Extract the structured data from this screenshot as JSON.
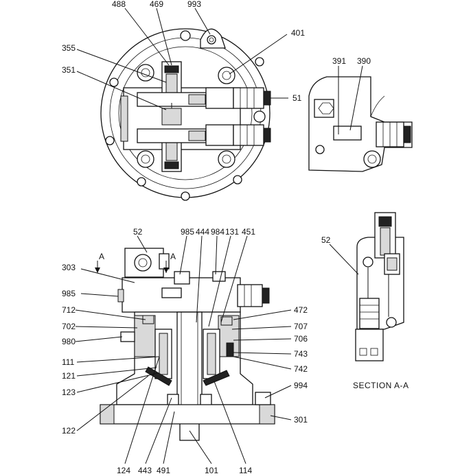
{
  "callouts": {
    "c488": "488",
    "c469": "469",
    "c993": "993",
    "c401": "401",
    "c355": "355",
    "c351": "351",
    "c51": "51",
    "c391": "391",
    "c390": "390",
    "c52a": "52",
    "c985a": "985",
    "c444": "444",
    "c984": "984",
    "c131": "131",
    "c451": "451",
    "c303": "303",
    "c985b": "985",
    "c712": "712",
    "c702": "702",
    "c980": "980",
    "c111": "111",
    "c121": "121",
    "c123": "123",
    "c122": "122",
    "c472": "472",
    "c707": "707",
    "c706": "706",
    "c743": "743",
    "c742": "742",
    "c994": "994",
    "c301": "301",
    "c124": "124",
    "c443": "443",
    "c491": "491",
    "c101": "101",
    "c114": "114",
    "c52b": "52"
  },
  "section_markers": {
    "left": "A",
    "right": "A"
  },
  "section_caption": "SECTION   A-A"
}
